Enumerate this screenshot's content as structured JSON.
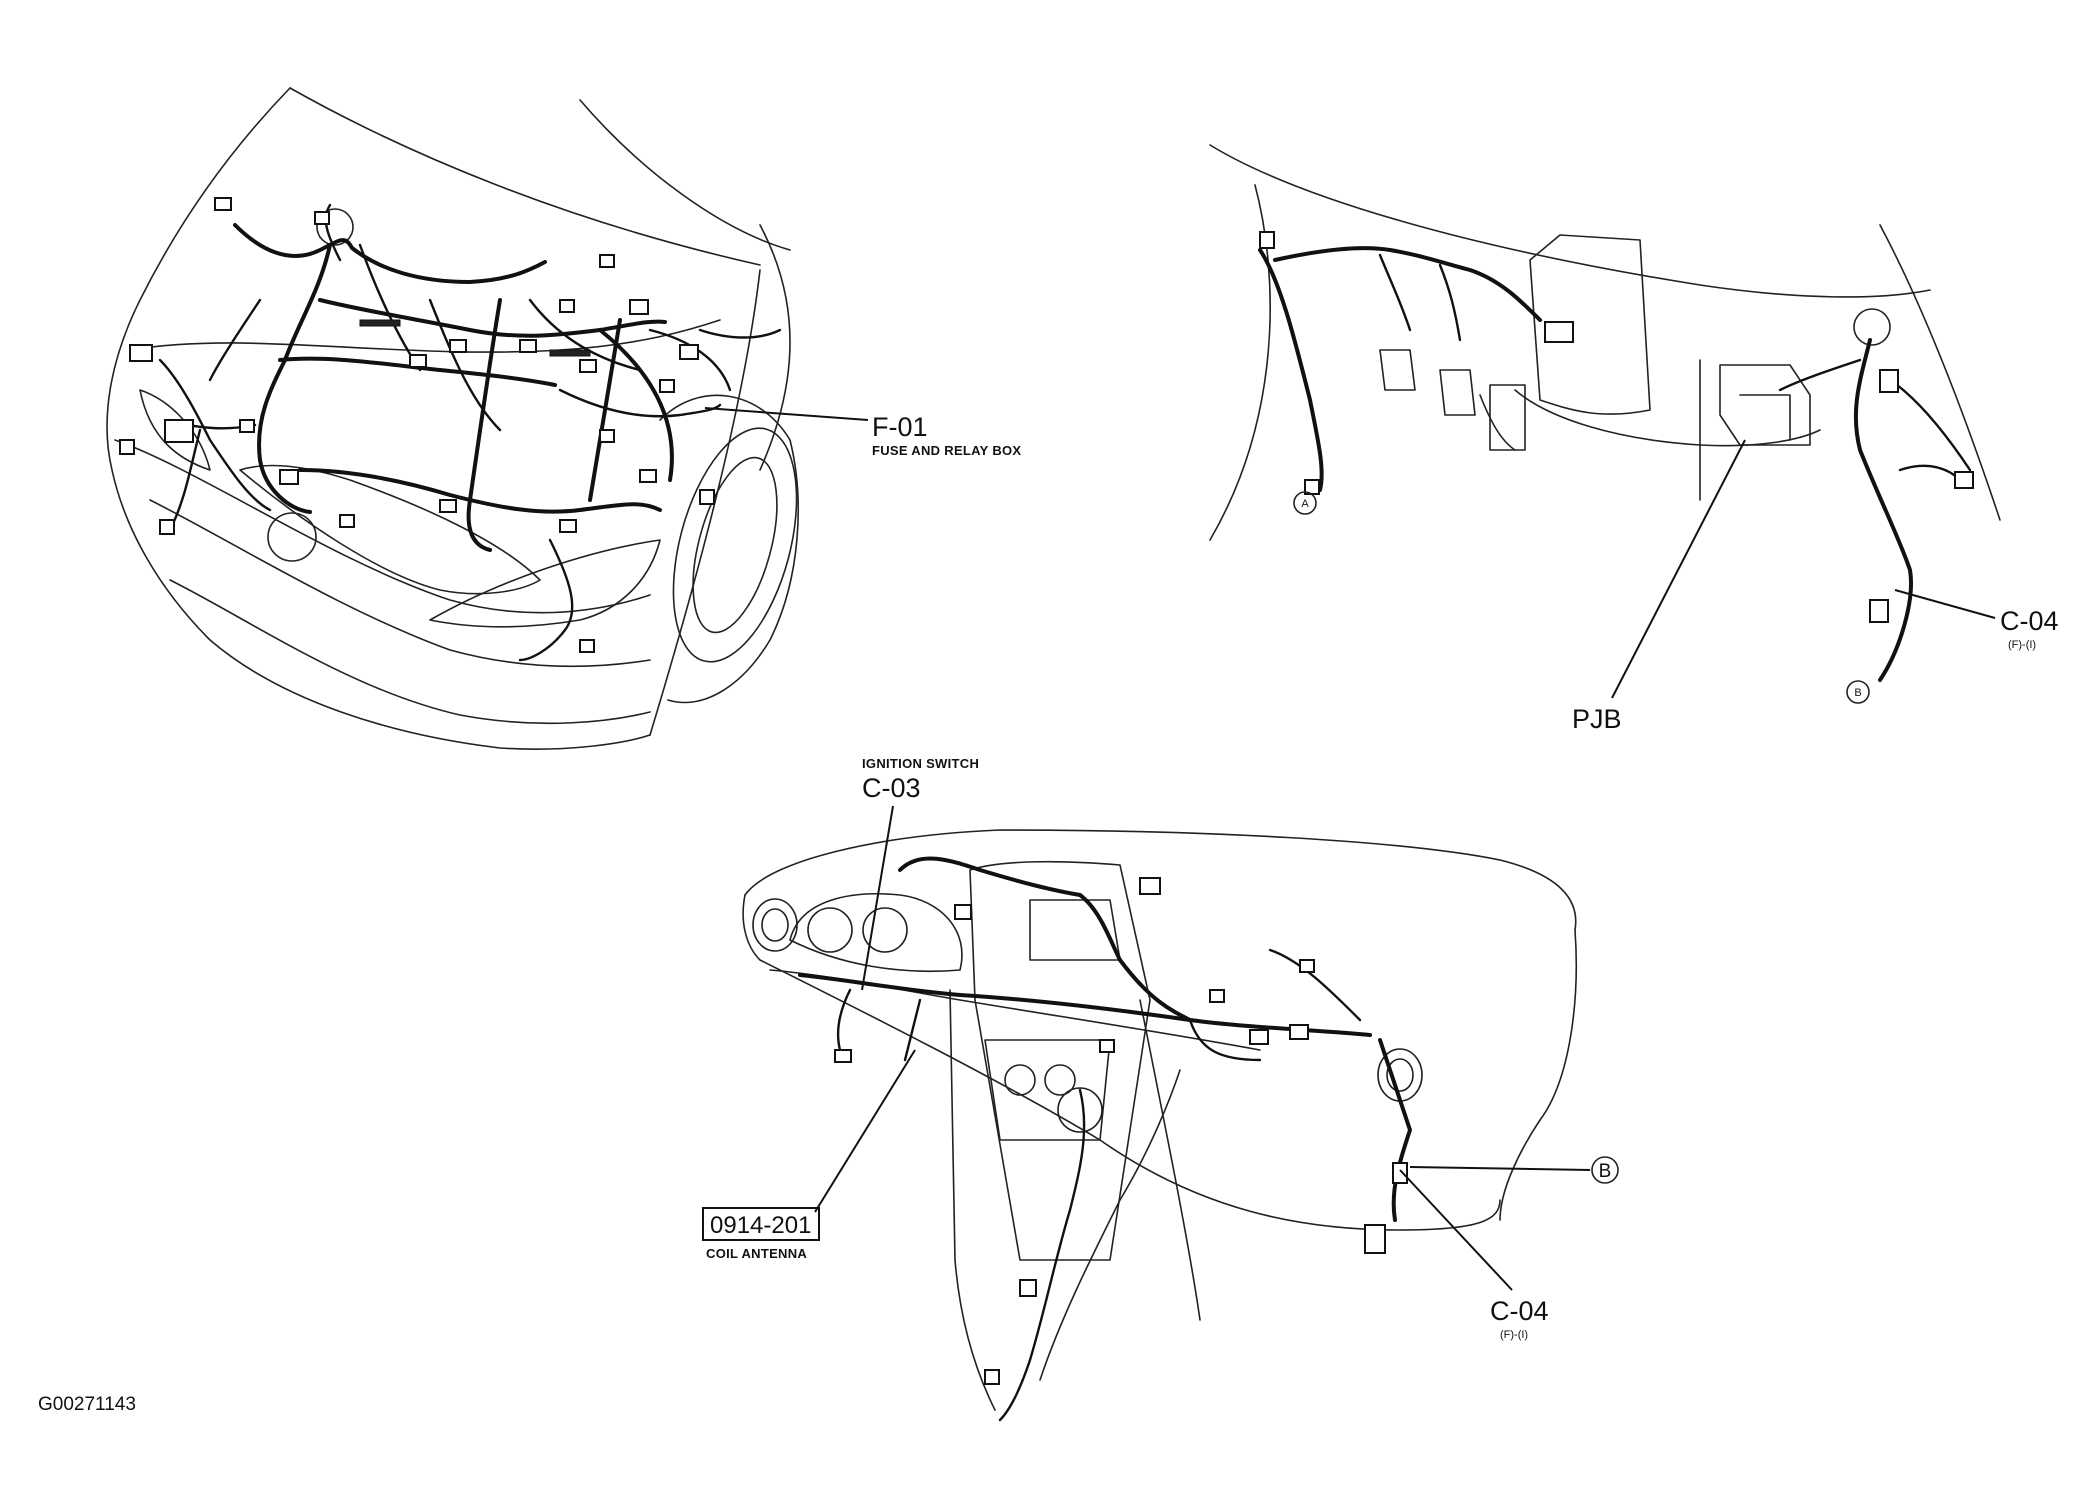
{
  "figure_id": "G00271143",
  "callouts": {
    "f01": {
      "code": "F-01",
      "desc": "FUSE AND RELAY BOX"
    },
    "c04_top": {
      "code": "C-04",
      "sub": "(F)-(I)"
    },
    "pjb": {
      "code": "PJB"
    },
    "ignition": {
      "desc": "IGNITION SWITCH",
      "code": "C-03"
    },
    "coil": {
      "code": "0914-201",
      "desc": "COIL ANTENNA"
    },
    "c04_bottom": {
      "code": "C-04",
      "sub": "(F)-(I)"
    }
  },
  "markers": {
    "a": "A",
    "b_top": "B",
    "b_dash": "B"
  }
}
